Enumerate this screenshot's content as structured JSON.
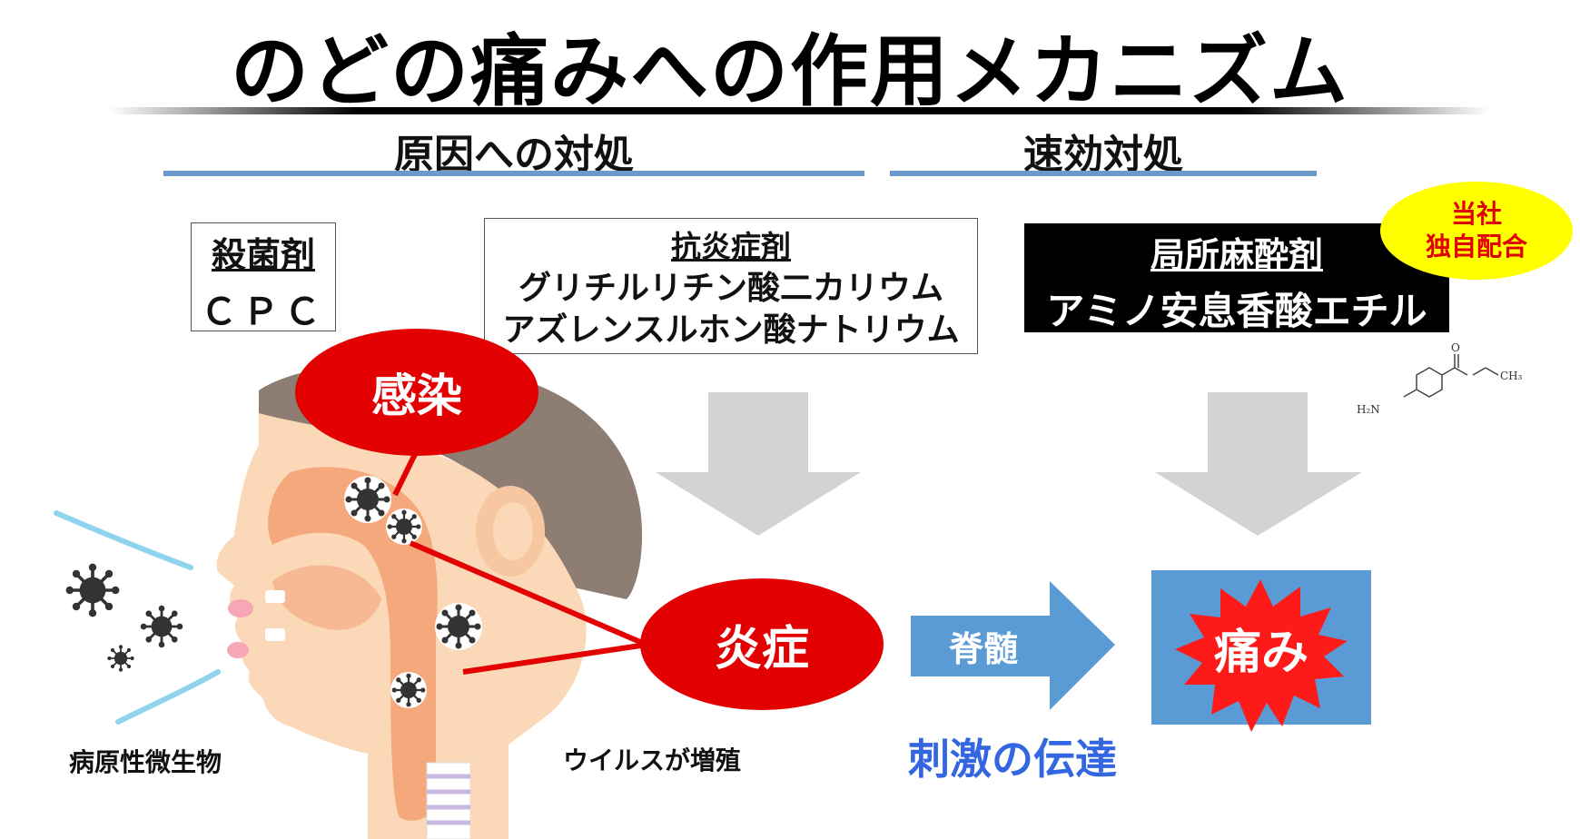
{
  "title": "のどの痛みへの作用メカニズム",
  "sections": {
    "cause": "原因への対処",
    "quick": "速効対処"
  },
  "boxes": {
    "bactericide": {
      "heading": "殺菌剤",
      "line1": "ＣＰＣ"
    },
    "antiinflammatory": {
      "heading": "抗炎症剤",
      "line1": "グリチルリチン酸二カリウム",
      "line2": "アズレンスルホン酸ナトリウム"
    },
    "anesthetic": {
      "heading": "局所麻酔剤",
      "line1": "アミノ安息香酸エチル"
    }
  },
  "badge": {
    "line1": "当社",
    "line2": "独自配合"
  },
  "bubbles": {
    "infection": "感染",
    "inflammation": "炎症",
    "pain": "痛み"
  },
  "arrow_label": "脊髄",
  "transmission": "刺激の伝達",
  "captions": {
    "pathogen": "病原性微生物",
    "virus": "ウイルスが増殖"
  },
  "molecule": {
    "amine": "H₂N",
    "oxygen": "O",
    "methyl": "CH₃"
  },
  "colors": {
    "red": "#e20000",
    "blue_rule": "#6a9acb",
    "arrow_blue": "#5b9bd5",
    "grey_arrow": "#d3d3d3",
    "badge_yellow": "#ffff00",
    "badge_text": "#e00000",
    "transmission_text": "#3366e0",
    "skin": "#fbd8b8",
    "hair": "#8d7d73"
  }
}
